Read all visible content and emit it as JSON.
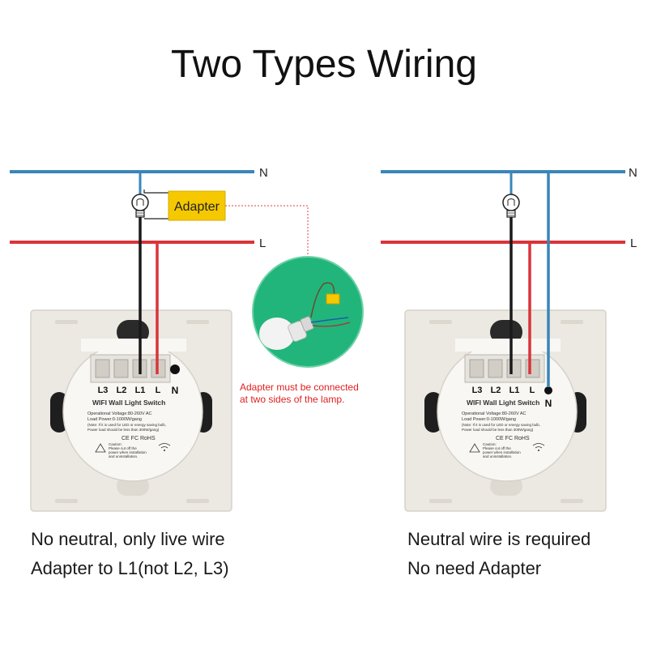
{
  "title": "Two Types Wiring",
  "colors": {
    "neutral_wire": "#3a86b8",
    "live_wire": "#d9343a",
    "load_wire": "#1a1a1a",
    "adapter_box": "#f5c800",
    "note_text": "#e0201f",
    "panel": "#ece9e3",
    "bulb_bg": "#21b57b"
  },
  "wires": {
    "neutral_label": "N",
    "live_label": "L"
  },
  "adapter": {
    "label": "Adapter",
    "note_line1": "Adapter must be connected",
    "note_line2": "at two sides of the lamp."
  },
  "switch": {
    "terminals": [
      "L3",
      "L2",
      "L1",
      "L"
    ],
    "neutral_terminal": "N",
    "product_name": "WIFI Wall Light Switch",
    "spec_voltage": "Operational Voltage:80-260V AC",
    "spec_power": "Load Power:0-1000W/gang",
    "spec_note1": "(Note: If it is used for LED or energy saving bulb,",
    "spec_note2": "Power load should be less than 300W/gang)",
    "certs": "CE FC RoHS",
    "caution_title": "Caution:",
    "caution_line1": "Please cut off the",
    "caution_line2": "power when installation",
    "caution_line3": "and uninstallation."
  },
  "captions": {
    "left_line1": "No neutral, only live wire",
    "left_line2": "Adapter to L1(not L2, L3)",
    "right_line1": "Neutral wire is required",
    "right_line2": "No need Adapter"
  }
}
